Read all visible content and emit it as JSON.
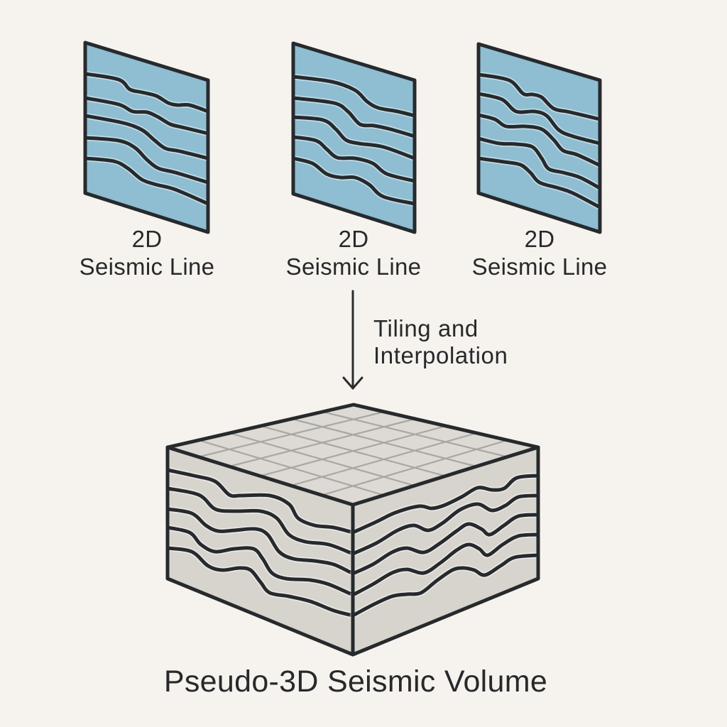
{
  "diagram": {
    "inputs": [
      {
        "line1": "2D",
        "line2": "Seismic Line"
      },
      {
        "line1": "2D",
        "line2": "Seismic Line"
      },
      {
        "line1": "2D",
        "line2": "Seismic Line"
      }
    ],
    "process": {
      "label_line1": "Tiling and",
      "label_line2": "Interpolation",
      "icon": "arrow-down-icon"
    },
    "output": {
      "title": "Pseudo-3D Seismic Volume",
      "grid_cells": "6x6"
    }
  },
  "colors": {
    "background": "#f6f3ee",
    "seismic_panel_fill": "#8fbdd1",
    "outline": "#262a2d",
    "cube_top": "#dddad5",
    "cube_side": "#d7d4ce",
    "grid_lines": "#a9a7a2",
    "text": "#27292b"
  }
}
